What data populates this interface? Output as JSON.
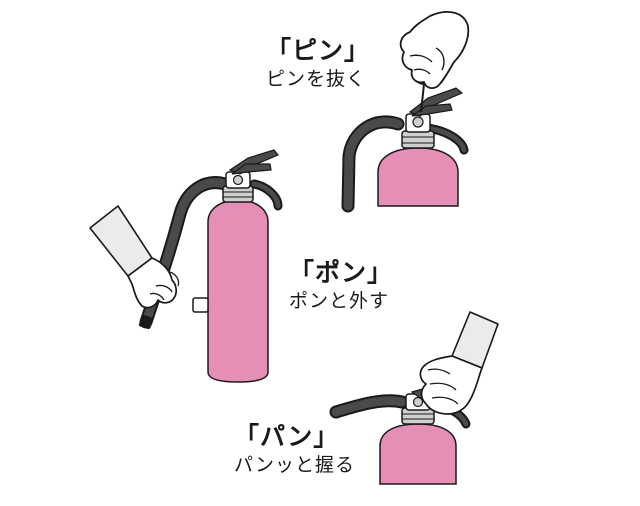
{
  "steps": [
    {
      "title": "「ピン」",
      "caption": "ピンを抜く"
    },
    {
      "title": "「ポン」",
      "caption": "ポンと外す"
    },
    {
      "title": "「パン」",
      "caption": "パンッと握る"
    }
  ],
  "colors": {
    "body": "#e58fb7",
    "hose": "#4a4a4a",
    "valve": "#cfcfcf",
    "outline": "#1a1a1a",
    "sleeve": "#ebebeb",
    "background": "#ffffff"
  },
  "icons": [
    "hand-icon",
    "extinguisher-icon",
    "safety-pin-icon",
    "hose-icon",
    "lever-icon"
  ]
}
